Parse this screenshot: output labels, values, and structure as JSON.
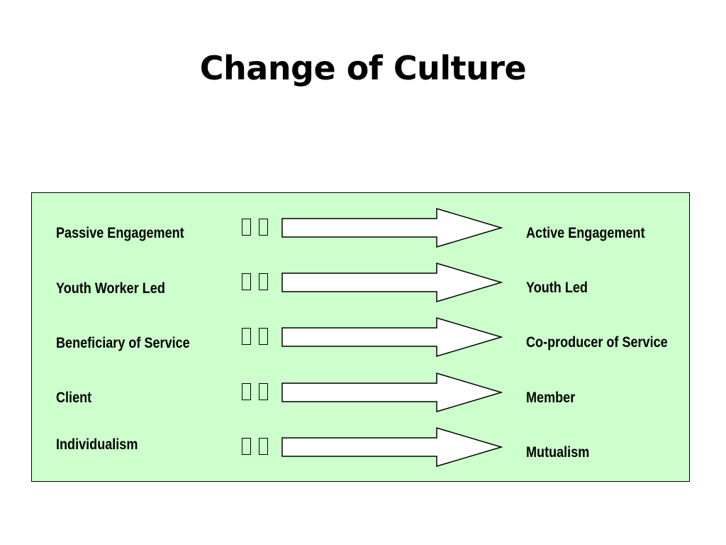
{
  "slide": {
    "title": "Change of Culture",
    "background_color": "#ffffff",
    "panel_color": "#ccffcc",
    "arrow_fill": "#ffffff",
    "arrow_stroke": "#000000"
  },
  "rows": [
    {
      "from": "Passive Engagement",
      "to": "Active Engagement"
    },
    {
      "from": "Youth Worker Led",
      "to": "Youth Led"
    },
    {
      "from": "Beneficiary of Service",
      "to": "Co-producer of Service"
    },
    {
      "from": "Client",
      "to": "Member"
    },
    {
      "from": "Individualism",
      "to": "Mutualism"
    }
  ]
}
